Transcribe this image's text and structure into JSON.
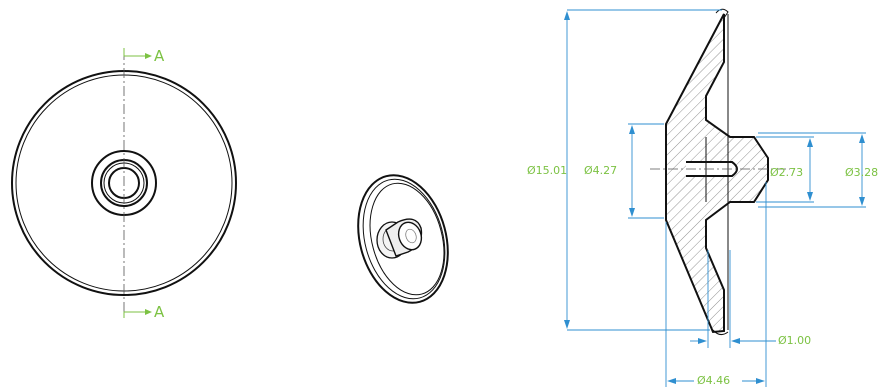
{
  "section": {
    "top_label": "A",
    "bottom_label": "A"
  },
  "dimensions": {
    "overall_diameter": "Ø15.01",
    "neck_diameter": "Ø4.27",
    "bore_diameter": "Ø2.73",
    "knob_diameter": "Ø3.28",
    "hole_diameter": "Ø1.00",
    "base_diameter": "Ø4.46"
  },
  "colors": {
    "annotation": "#7cc243",
    "dimension_line": "#2f8fd0",
    "outline": "#111111"
  }
}
